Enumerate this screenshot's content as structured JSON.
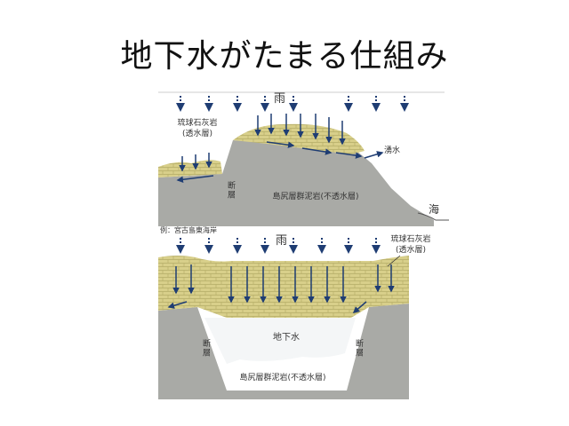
{
  "slide": {
    "title": "地下水がたまる仕組み"
  },
  "top_diagram": {
    "rain": "雨",
    "limestone": "琉球石灰岩",
    "permeable": "(透水層)",
    "spring": "湧水",
    "fault": "断\n層",
    "mudstone": "島尻層群泥岩(不透水層)",
    "sea": "海"
  },
  "caption": "例：宮古島東海岸",
  "bottom_diagram": {
    "rain": "雨",
    "limestone": "琉球石灰岩",
    "permeable": "(透水層)",
    "groundwater": "地下水",
    "fault_left": "断\n層",
    "fault_right": "断\n層",
    "mudstone": "島尻層群泥岩(不透水層)"
  },
  "colors": {
    "limestone_fill": "#d8cf8a",
    "mudstone_fill": "#a9aaa6",
    "arrow": "#1f3d73",
    "groundwater_fill": "#f4f6f7"
  }
}
